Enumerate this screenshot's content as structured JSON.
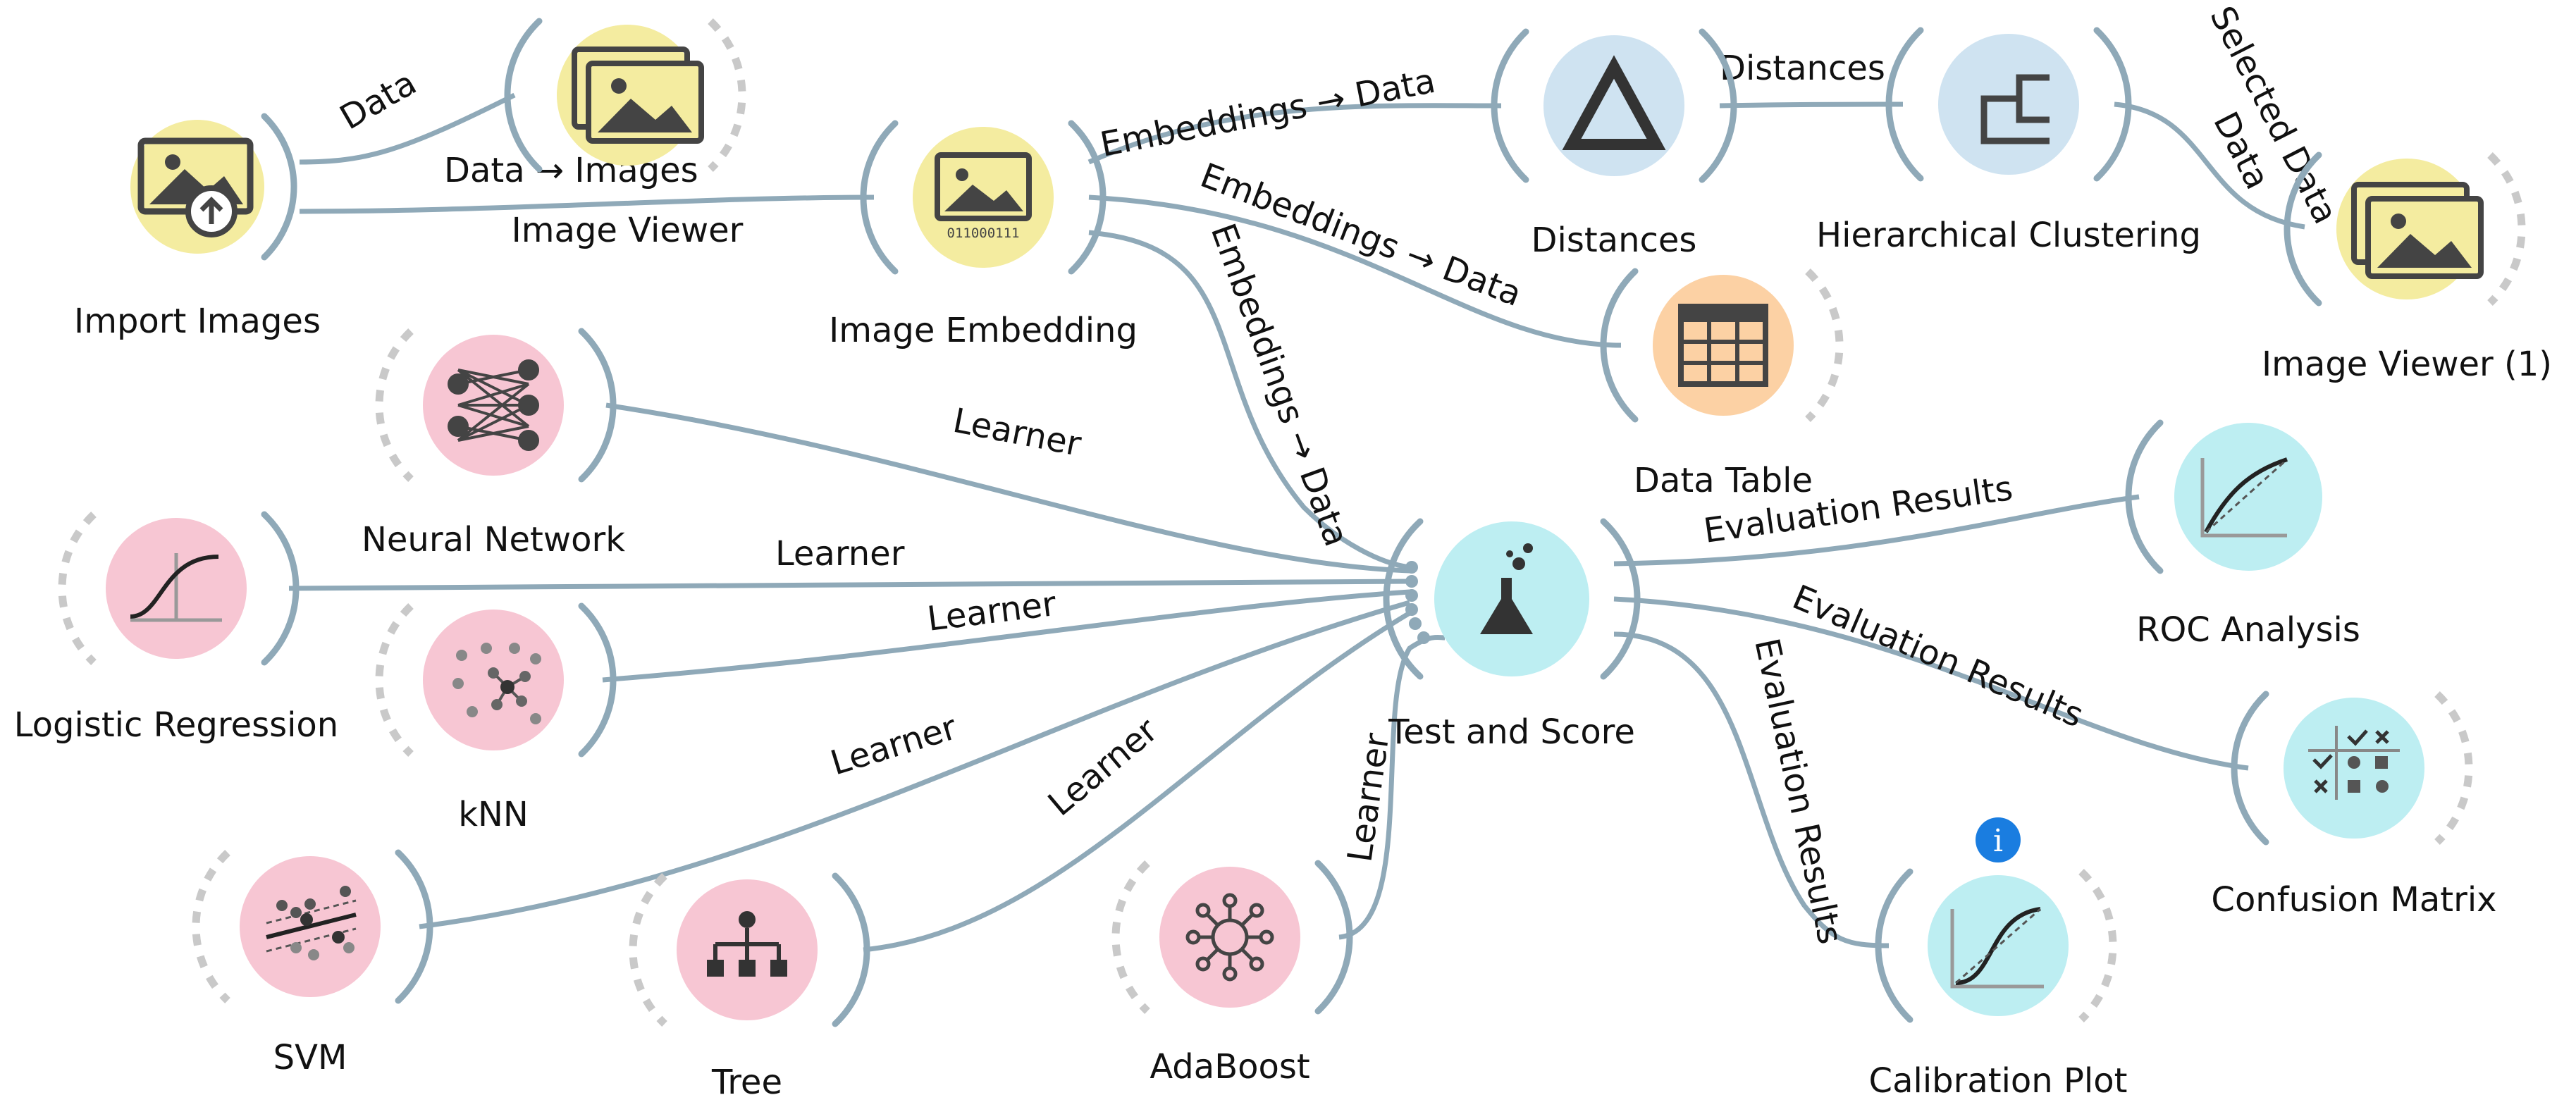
{
  "colors": {
    "yellow": "#f4eca0",
    "blue": "#cfe3f1",
    "orange": "#fcd1a4",
    "pink": "#f7c6d3",
    "cyan": "#bdeef2",
    "wire": "#8fa9b8",
    "info": "#1a7de0"
  },
  "nodes": {
    "import_images": {
      "title": "Import Images",
      "icon": "import-images-icon"
    },
    "image_viewer": {
      "title": "Image Viewer",
      "icon": "image-viewer-icon"
    },
    "image_embedding": {
      "title": "Image Embedding",
      "icon": "image-embedding-icon",
      "icon_text": "011000111"
    },
    "distances": {
      "title": "Distances",
      "icon": "distances-icon"
    },
    "hierarchical_clustering": {
      "title": "Hierarchical Clustering",
      "icon": "dendrogram-icon"
    },
    "image_viewer_1": {
      "title": "Image Viewer (1)",
      "icon": "image-viewer-icon"
    },
    "data_table": {
      "title": "Data Table",
      "icon": "table-icon"
    },
    "neural_network": {
      "title": "Neural Network",
      "icon": "neural-network-icon"
    },
    "logistic_regression": {
      "title": "Logistic Regression",
      "icon": "sigmoid-icon"
    },
    "knn": {
      "title": "kNN",
      "icon": "knn-icon"
    },
    "test_and_score": {
      "title": "Test and Score",
      "icon": "flask-icon"
    },
    "roc_analysis": {
      "title": "ROC Analysis",
      "icon": "roc-icon"
    },
    "confusion_matrix": {
      "title": "Confusion Matrix",
      "icon": "confusion-matrix-icon"
    },
    "svm": {
      "title": "SVM",
      "icon": "svm-icon"
    },
    "tree": {
      "title": "Tree",
      "icon": "tree-icon"
    },
    "adaboost": {
      "title": "AdaBoost",
      "icon": "adaboost-icon"
    },
    "calibration_plot": {
      "title": "Calibration Plot",
      "icon": "calibration-icon",
      "badge": "i"
    }
  },
  "links": {
    "data": "Data",
    "data_images": "Data → Images",
    "emb_data_1": "Embeddings → Data",
    "distances": "Distances",
    "selected_data_1": "Selected Data",
    "selected_data_2": "Data",
    "emb_data_2": "Embeddings → Data",
    "emb_data_3": "Embeddings → Data",
    "learner_nn": "Learner",
    "learner_lr": "Learner",
    "learner_knn": "Learner",
    "learner_svm": "Learner",
    "learner_tree": "Learner",
    "learner_ada": "Learner",
    "eval_roc": "Evaluation Results",
    "eval_cm": "Evaluation Results",
    "eval_cal": "Evaluation Results"
  }
}
